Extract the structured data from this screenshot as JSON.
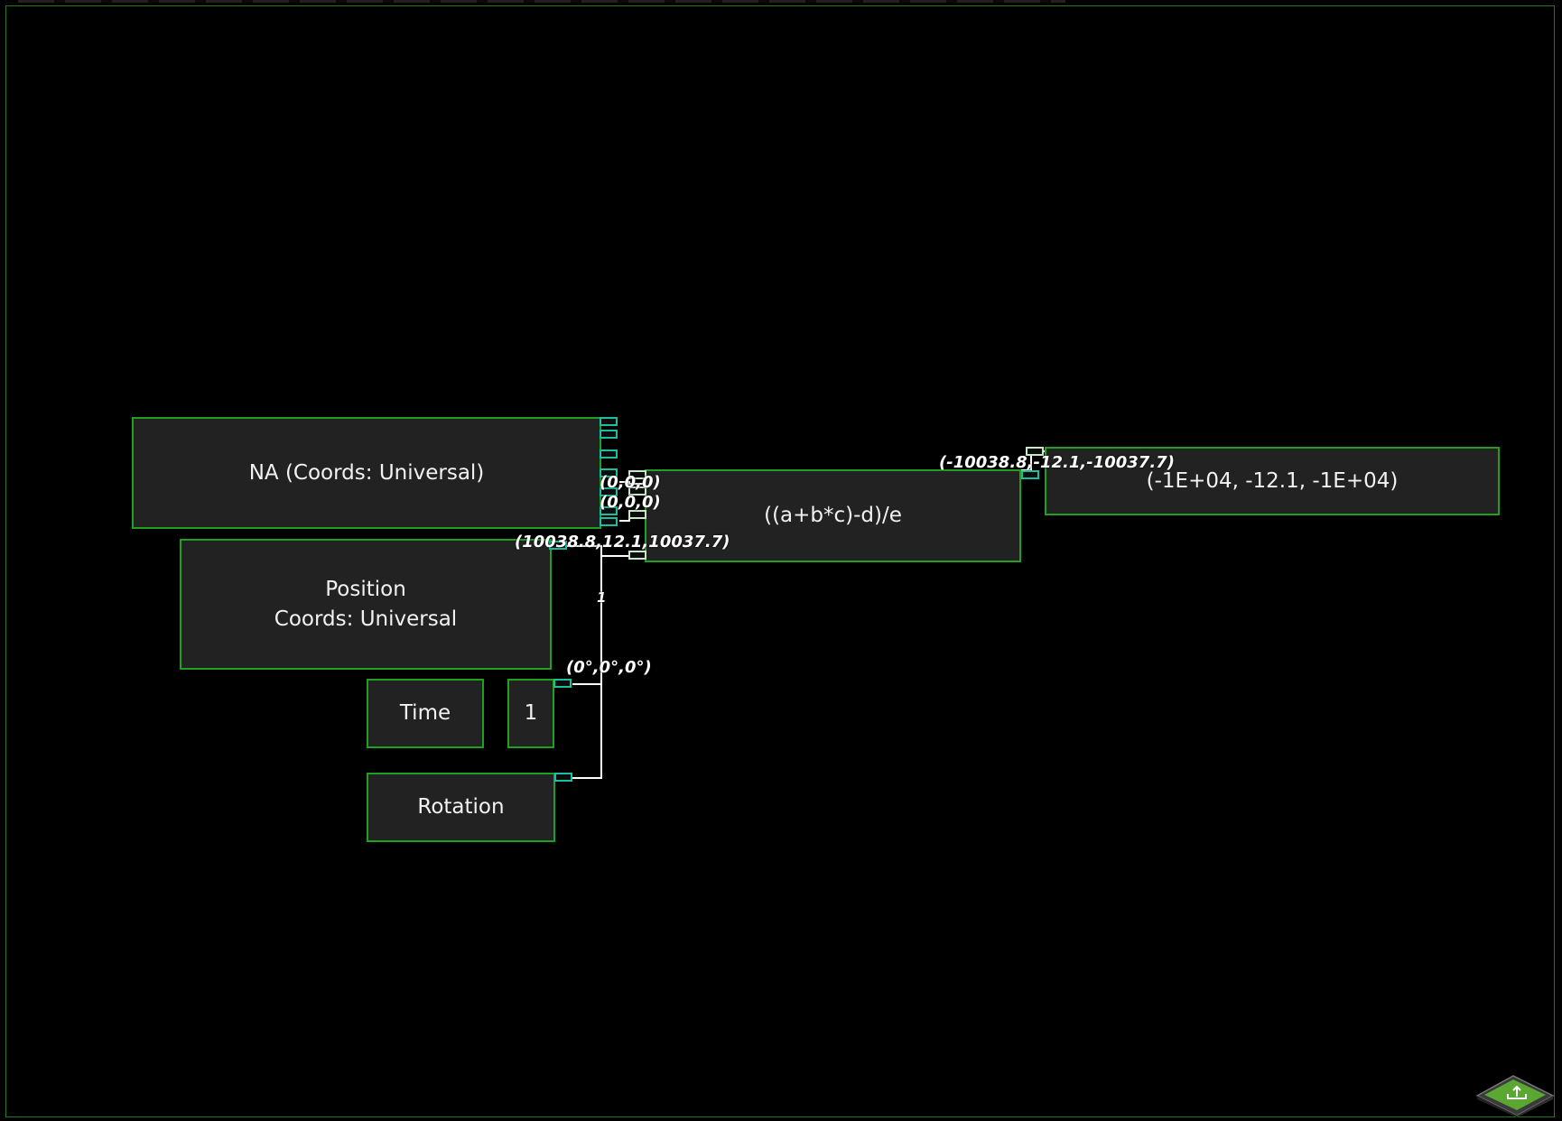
{
  "graph": {
    "nodes": {
      "na": {
        "label": "NA (Coords: Universal)"
      },
      "position": {
        "line1": "Position",
        "line2": "Coords: Universal"
      },
      "time": {
        "label": "Time"
      },
      "const_one": {
        "label": "1"
      },
      "rotation": {
        "label": "Rotation"
      },
      "expression": {
        "label": "((a+b*c)-d)/e"
      },
      "output": {
        "label": "(-1E+04, -12.1, -1E+04)"
      }
    },
    "wire_values": {
      "a": "(0,0,0)",
      "b": "(0,0,0)",
      "c": "(10038.8,12.1,10037.7)",
      "d": "1",
      "e": "(0°,0°,0°)",
      "result": "(-10038.8,-12.1,-10037.7)"
    }
  },
  "colors": {
    "background": "#000000",
    "node_fill": "#222222",
    "node_border": "#1fa01f",
    "wire": "#ffffff",
    "port": "#19c0a0"
  },
  "icons": {
    "corner_button": "upload-tray-icon"
  }
}
